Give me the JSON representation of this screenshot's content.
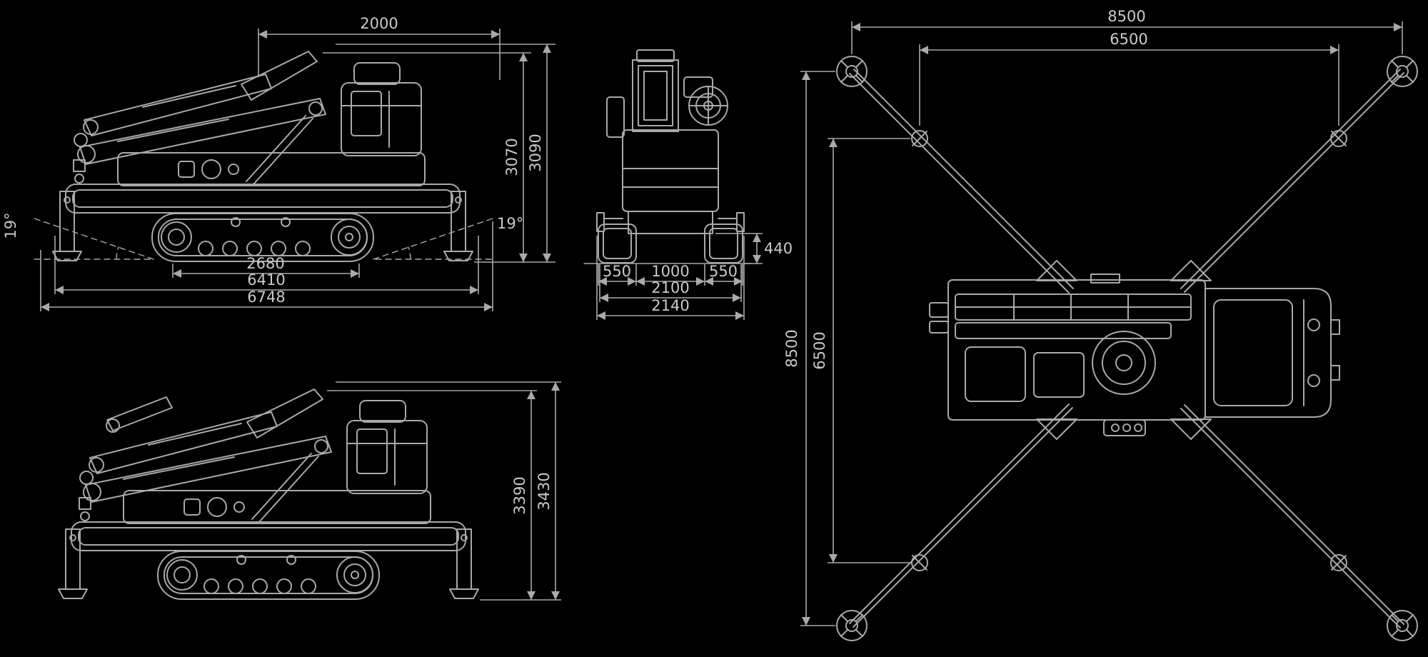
{
  "meta": {
    "background_color": "#000000",
    "line_color": "#a6aaa8",
    "text_color": "#c7cbc9",
    "drawing_type": "crawler crane dimension drawing"
  },
  "views": {
    "side_working": {
      "name": "side view working position",
      "dims": {
        "upper_width": "2000",
        "height_inner": "3070",
        "height_overall": "3090",
        "angle_left": "19°",
        "angle_right": "19°",
        "track_length": "2680",
        "length_inner": "6410",
        "length_overall": "6748"
      }
    },
    "front": {
      "name": "front view",
      "dims": {
        "ground_clearance": "440",
        "width_left": "550",
        "width_center": "1000",
        "width_right": "550",
        "width_inner": "2100",
        "width_overall": "2140"
      }
    },
    "transport": {
      "name": "side view transport position",
      "dims": {
        "height_inner": "3390",
        "height_overall": "3430"
      }
    },
    "plan": {
      "name": "plan view outriggers extended",
      "dims": {
        "top_span_outer": "8500",
        "top_span_inner": "6500",
        "left_span_outer": "8500",
        "left_span_inner": "6500"
      }
    }
  }
}
